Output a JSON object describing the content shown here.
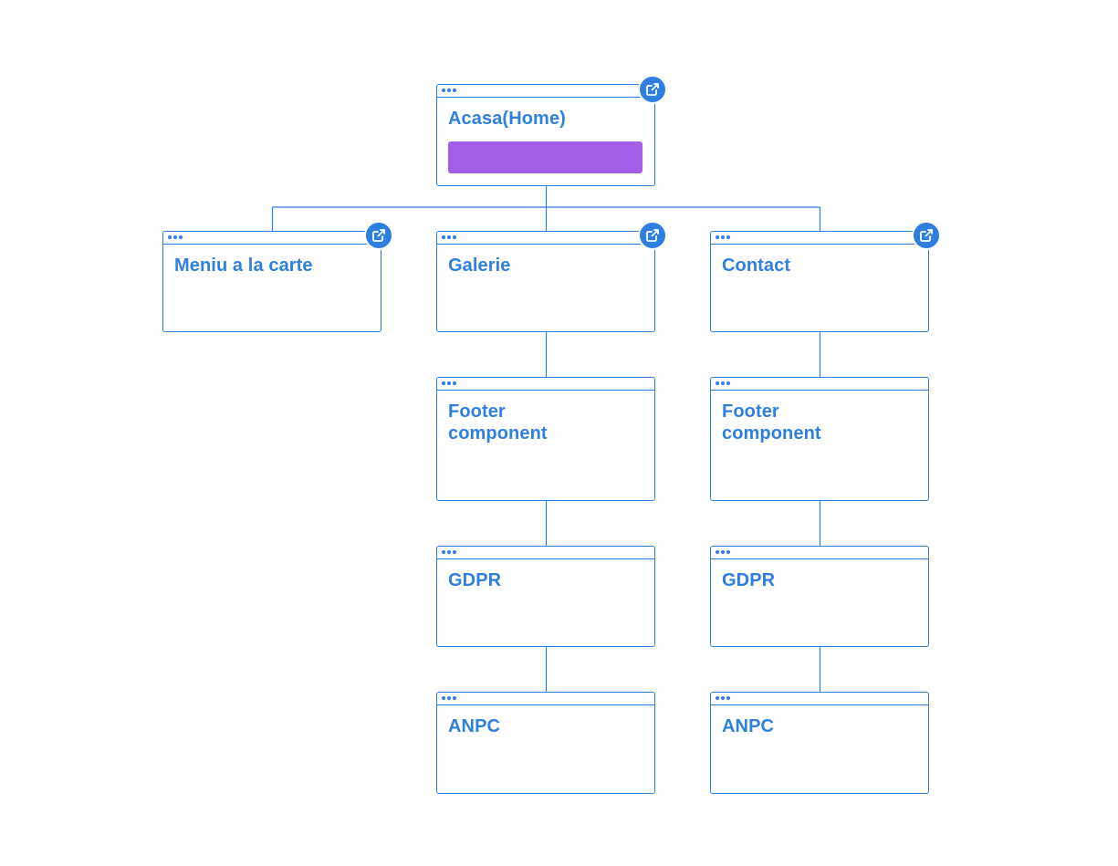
{
  "colors": {
    "accent": "#2f7fe0",
    "bar": "#a45fe8",
    "background": "#ffffff"
  },
  "nodes": {
    "home": {
      "title": "Acasa(Home)",
      "icon": "external-link-icon"
    },
    "menu": {
      "title": "Meniu a la carte",
      "icon": "external-link-icon"
    },
    "galerie": {
      "title": "Galerie",
      "icon": "external-link-icon"
    },
    "contact": {
      "title": "Contact",
      "icon": "external-link-icon"
    },
    "galerie_footer": {
      "title": "Footer\ncomponent"
    },
    "galerie_gdpr": {
      "title": "GDPR"
    },
    "galerie_anpc": {
      "title": "ANPC"
    },
    "contact_footer": {
      "title": "Footer\ncomponent"
    },
    "contact_gdpr": {
      "title": "GDPR"
    },
    "contact_anpc": {
      "title": "ANPC"
    }
  }
}
